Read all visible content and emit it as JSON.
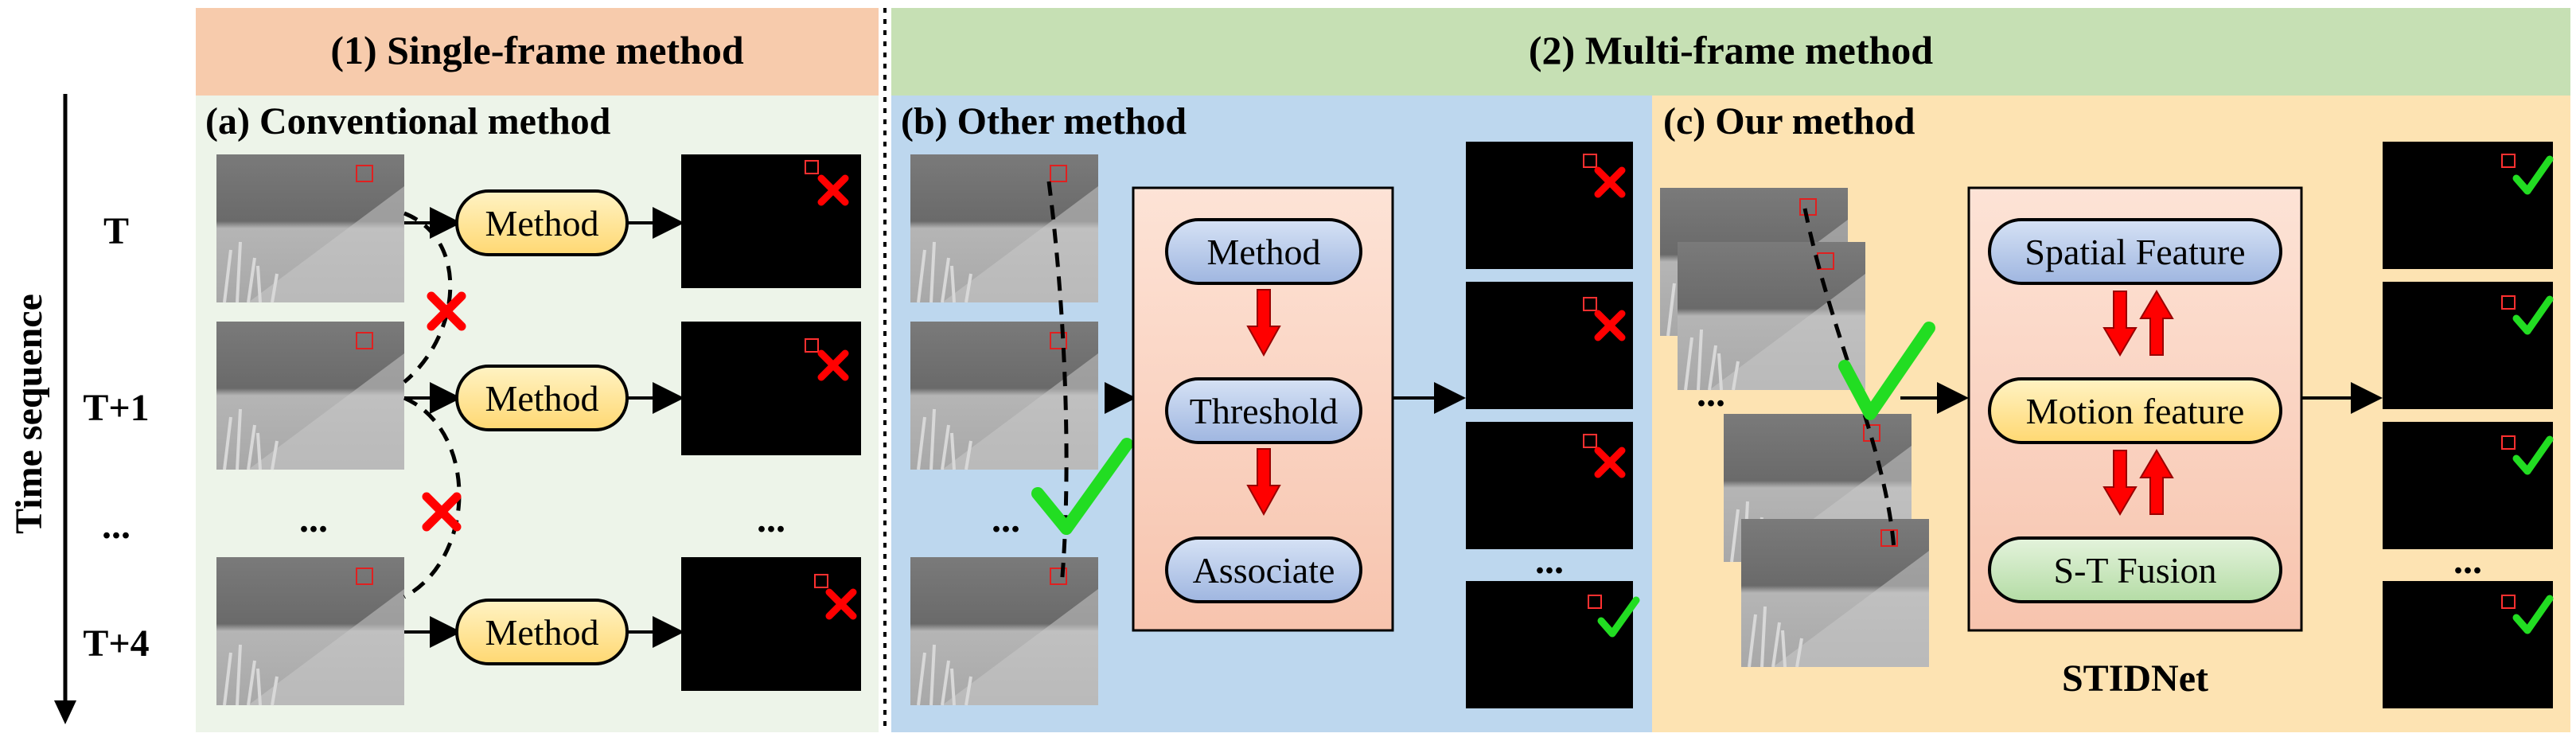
{
  "axis": {
    "title": "Time sequence",
    "ticks": [
      "T",
      "T+1",
      "...",
      "T+4"
    ]
  },
  "single_frame": {
    "header": "(1) Single-frame method",
    "panel_a": {
      "title": "(a) Conventional method",
      "method_labels": [
        "Method",
        "Method",
        "Method"
      ],
      "ellipsis_left": "...",
      "ellipsis_right": "..."
    }
  },
  "multi_frame": {
    "header": "(2) Multi-frame method",
    "panel_b": {
      "title": "(b) Other method",
      "steps": [
        "Method",
        "Threshold",
        "Associate"
      ],
      "ellipsis_left": "...",
      "ellipsis_right": "..."
    },
    "panel_c": {
      "title": "(c) Our method",
      "modules": [
        "Spatial  Feature",
        "Motion feature",
        "S-T Fusion"
      ],
      "network_name": "STIDNet",
      "ellipsis_left": "...",
      "ellipsis_right": "..."
    }
  },
  "colors": {
    "header_single": "#f7cbac",
    "header_multi": "#c6e0b4",
    "panel_a_bg": "#edf4e9",
    "panel_b_bg": "#bdd7ee",
    "panel_c_bg": "#fde3b2",
    "method_pill": "#ffe59a",
    "flow_box": "#fbd6c5",
    "step_pill": "#b4c6e7",
    "fusion_pill": "#c9e5be",
    "cross": "#ff0000",
    "check": "#22dd22"
  }
}
